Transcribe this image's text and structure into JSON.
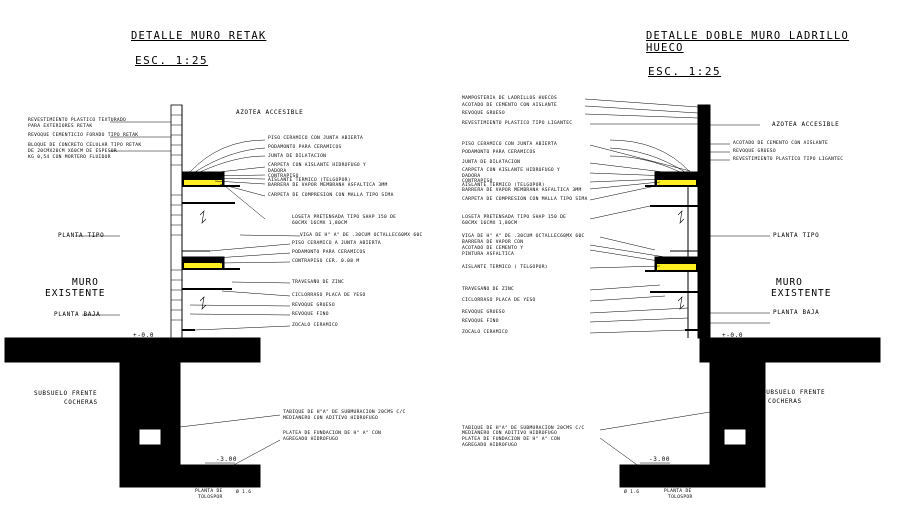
{
  "left": {
    "title": "DETALLE MURO RETAK",
    "scale": "ESC. 1:25",
    "muro": "MURO",
    "existente": "EXISTENTE",
    "planta_tipo": "PLANTA TIPO",
    "planta_baja": "PLANTA BAJA",
    "azotea": "AZOTEA ACCESIBLE",
    "level_0": "+-0.0",
    "level_minus": "-3.00",
    "subsuelo_1": "SUBSUELO FRENTE",
    "subsuelo_2": "COCHERAS",
    "planta_tolosa_1": "PLANTA DE",
    "planta_tolosa_2": "TOLOSPOR",
    "pi": "Ø 1.6",
    "labels_left": [
      "REVESTIMIENTO PLASTICO TEXTURADO",
      "PARA EXTERIORES RETAK",
      "REVOQUE CEMENTICIO FORADO TIPO RETAK",
      "BLOQUE DE CONCRETO CELULAR TIPO RETAK",
      "DE 20CMX20CM X60CM DE ESPESOR",
      "KG 0,54 CON MORTERO FLUIDOR"
    ],
    "labels_right": [
      "PISO CERAMICO CON JUNTA ABIERTA",
      "PODAMONTO PARA CERAMICOS",
      "JUNTA DE DILATACION",
      "CARPETA CON AISLANTE HIDROFUGO Y",
      "DADORA",
      "CONTRAPISO",
      "AISLANTE TERMICO (TELGOPOR)",
      "BARRERA DE VAPOR MEMBRANA ASFALTICA 3MM",
      "CARPETA DE COMPRESION CON MALLA TIPO SIMA",
      "LOSETA PRETENSADA TIPO SHAP 150 DE",
      "60CMX 16CMX 1,80CM",
      "VIGA DE H° A° DE .30CUM OCTALLEC60MX 60C",
      "PISO CERAMICO A JUNTA ABIERTA",
      "PODAMONTO PARA CERAMICOS",
      "CONTRAPISO CER. 0.08 M",
      "TRAVESAÑO DE ZINC",
      "CICLORRASO PLACA DE YESO",
      "REVOQUE GRUESO",
      "REVOQUE FINO",
      "ZOCALO CERAMICO"
    ],
    "labels_bottom": [
      "TABIQUE DE H°A° DE SUBMURACION 20CMS C/C",
      "MEDIANERO CON ADITIVO HIDROFUGO",
      "PLATEA DE FUNDACION DE H° A° CON",
      "AGREGADO HIDROFUGO"
    ]
  },
  "right": {
    "title_1": "DETALLE DOBLE MURO LADRILLO",
    "title_2": "HUECO",
    "scale": "ESC. 1:25",
    "muro": "MURO",
    "existente": "EXISTENTE",
    "planta_tipo": "PLANTA TIPO",
    "planta_baja": "PLANTA BAJA",
    "azotea": "AZOTEA ACCESIBLE",
    "level_0": "+-0.0",
    "level_minus": "-3.00",
    "subsuelo_1": "SUBSUELO FRENTE",
    "subsuelo_2": "COCHERAS",
    "planta_tolosa_1": "PLANTA DE",
    "planta_tolosa_2": "TOLOSPOR",
    "pi": "Ø 1.6",
    "labels_top": [
      "MAMPOSTERIA DE LADRILLOS HUECOS",
      "ACOTADO DE CEMENTO CON AISLANTE",
      "REVOQUE GRUESO",
      "REVESTIMIENTO PLASTICO TIPO LIGANTEC"
    ],
    "labels_right_side": [
      "ACOTADO DE CEMENTO CON AISLANTE",
      "REVOQUE GRUESO",
      "REVESTIMIENTO PLASTICO TIPO LIGANTEC"
    ],
    "labels_left": [
      "PISO CERAMICO CON JUNTA ABIERTA",
      "PODAMONTO PARA CERAMICOS",
      "JUNTA DE DILATACION",
      "CARPETA CON AISLANTE HIDROFUGO Y",
      "DADORA",
      "CONTRAPISO",
      "AISLANTE TERMICO (TELGOPOR)",
      "BARRERA DE VAPOR MEMBRANA ASFALTICA 3MM",
      "CARPETA DE COMPRESION CON MALLA TIPO SIMA",
      "LOSETA PRETENSADA TIPO SHAP 150 DE",
      "60CMX 16CMX 1,80CM",
      "VIGA DE H° A° DE .30CUM OCTALLEC60MX 60C",
      "BARRERA DE VAPOR CON",
      "ACOTADO DE CEMENTO Y",
      "PINTURA ASFALTICA",
      "AISLANTE TERMICO ( TELGOPOR)",
      "TRAVESAÑO DE ZINC",
      "CICLORRASO PLACA DE YESO",
      "REVOQUE GRUESO",
      "REVOQUE FINO",
      "ZOCALO CERAMICO"
    ],
    "labels_bottom": [
      "TABIQUE DE H°A° DE SUBMURACION 20CMS C/C",
      "MEDIANERO CON ADITIVO HIDROFUGO",
      "PLATEA DE FUNDACION DE H° A° CON",
      "AGREGADO HIDROFUGO"
    ]
  },
  "colors": {
    "line": "#000000",
    "insulation": "#ffee22"
  }
}
